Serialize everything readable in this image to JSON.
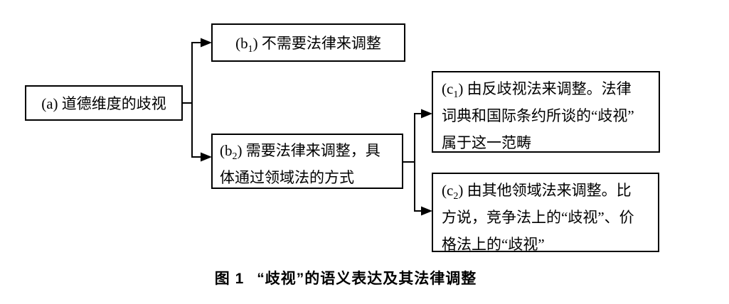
{
  "figure": {
    "caption": {
      "label": "图 1",
      "title": "“歧视”的语义表达及其法律调整"
    }
  },
  "boxes": {
    "a": {
      "pre": "(a",
      "sub": "",
      "line1": ") 道德维度的歧视"
    },
    "b1": {
      "pre": "(b",
      "sub": "1",
      "line1": ") 不需要法律来调整"
    },
    "b2": {
      "pre": "(b",
      "sub": "2",
      "line1": ") 需要法律来调整，具",
      "line2": "体通过领域法的方式"
    },
    "c1": {
      "pre": "(c",
      "sub": "1",
      "line1": ") 由反歧视法来调整。法律",
      "line2": "词典和国际条约所谈的“歧视”",
      "line3": "属于这一范畴"
    },
    "c2": {
      "pre": "(c",
      "sub": "2",
      "line1": ") 由其他领域法来调整。比",
      "line2": "方说，竞争法上的“歧视”、价",
      "line3": "格法上的“歧视”"
    }
  },
  "colors": {
    "line": "#000000",
    "text": "#000000",
    "background": "#ffffff"
  }
}
